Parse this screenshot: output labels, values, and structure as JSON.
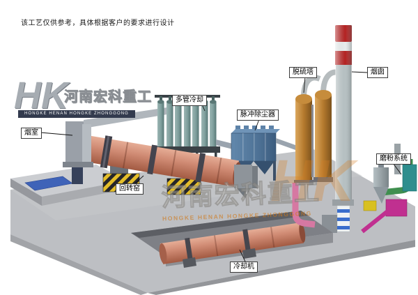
{
  "disclaimer": "该工艺仅供参考，具体根据客户的要求进行设计",
  "brand": {
    "logo": "HK",
    "company_cn": "河南宏科重工",
    "company_en": "HONGKE HENAN HONGKE ZHONGGONG"
  },
  "watermark": {
    "logo": "HK",
    "company_cn": "河南宏科重工",
    "company_en": "HONGKE HENAN HONGKE ZHONGGONG"
  },
  "labels": {
    "smoke_chamber": "烟室",
    "rotary_kiln": "回转窑",
    "multi_tube_cooling": "多管冷却",
    "pulse_dust_collector": "脉冲除尘器",
    "desulfurization_tower": "脱硫塔",
    "chimney": "烟囱",
    "grinding_system": "磨粉系统",
    "cooling_machine": "冷却机"
  },
  "colors": {
    "kiln_shell": "#d08b74",
    "dust_collector_blue": "#4e7296",
    "tower_orange": "#b57a2e",
    "chimney_red": "#b42222",
    "cooler_tube_teal": "#7e9e9c",
    "hazard_yellow": "#e4be2a",
    "watermark_orange": "#d07818",
    "pad_blue": "#3f63b8"
  }
}
